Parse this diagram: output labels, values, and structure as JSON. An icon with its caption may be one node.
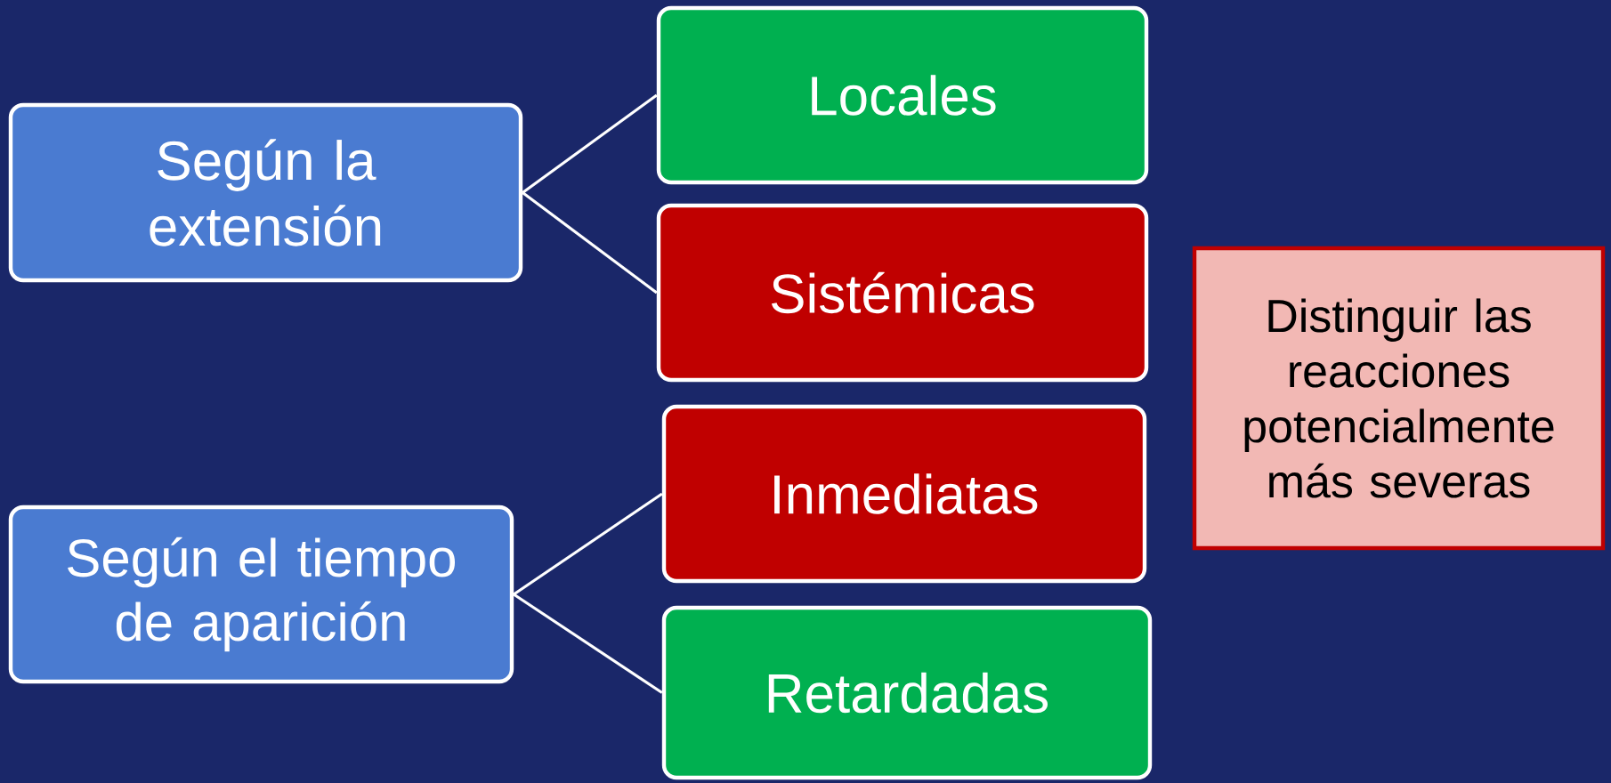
{
  "diagram": {
    "nodes": [
      {
        "text": [
          "Según la extensión"
        ]
      },
      {
        "text": [
          "Locales"
        ]
      },
      {
        "text": [
          "Sistémicas"
        ]
      },
      {
        "text": [
          "Según el tiempo de aparición"
        ]
      },
      {
        "text": [
          "Inmediatas"
        ]
      },
      {
        "text": [
          "Retardadas"
        ]
      },
      {
        "text": [
          "Distinguir las reacciones potencialmente más severas"
        ]
      }
    ],
    "edges": [
      {
        "from": 0,
        "to": 1,
        "arrow": "none"
      },
      {
        "from": 0,
        "to": 2,
        "arrow": "none"
      },
      {
        "from": 3,
        "to": 4,
        "arrow": "none"
      },
      {
        "from": 3,
        "to": 5,
        "arrow": "none"
      }
    ]
  }
}
